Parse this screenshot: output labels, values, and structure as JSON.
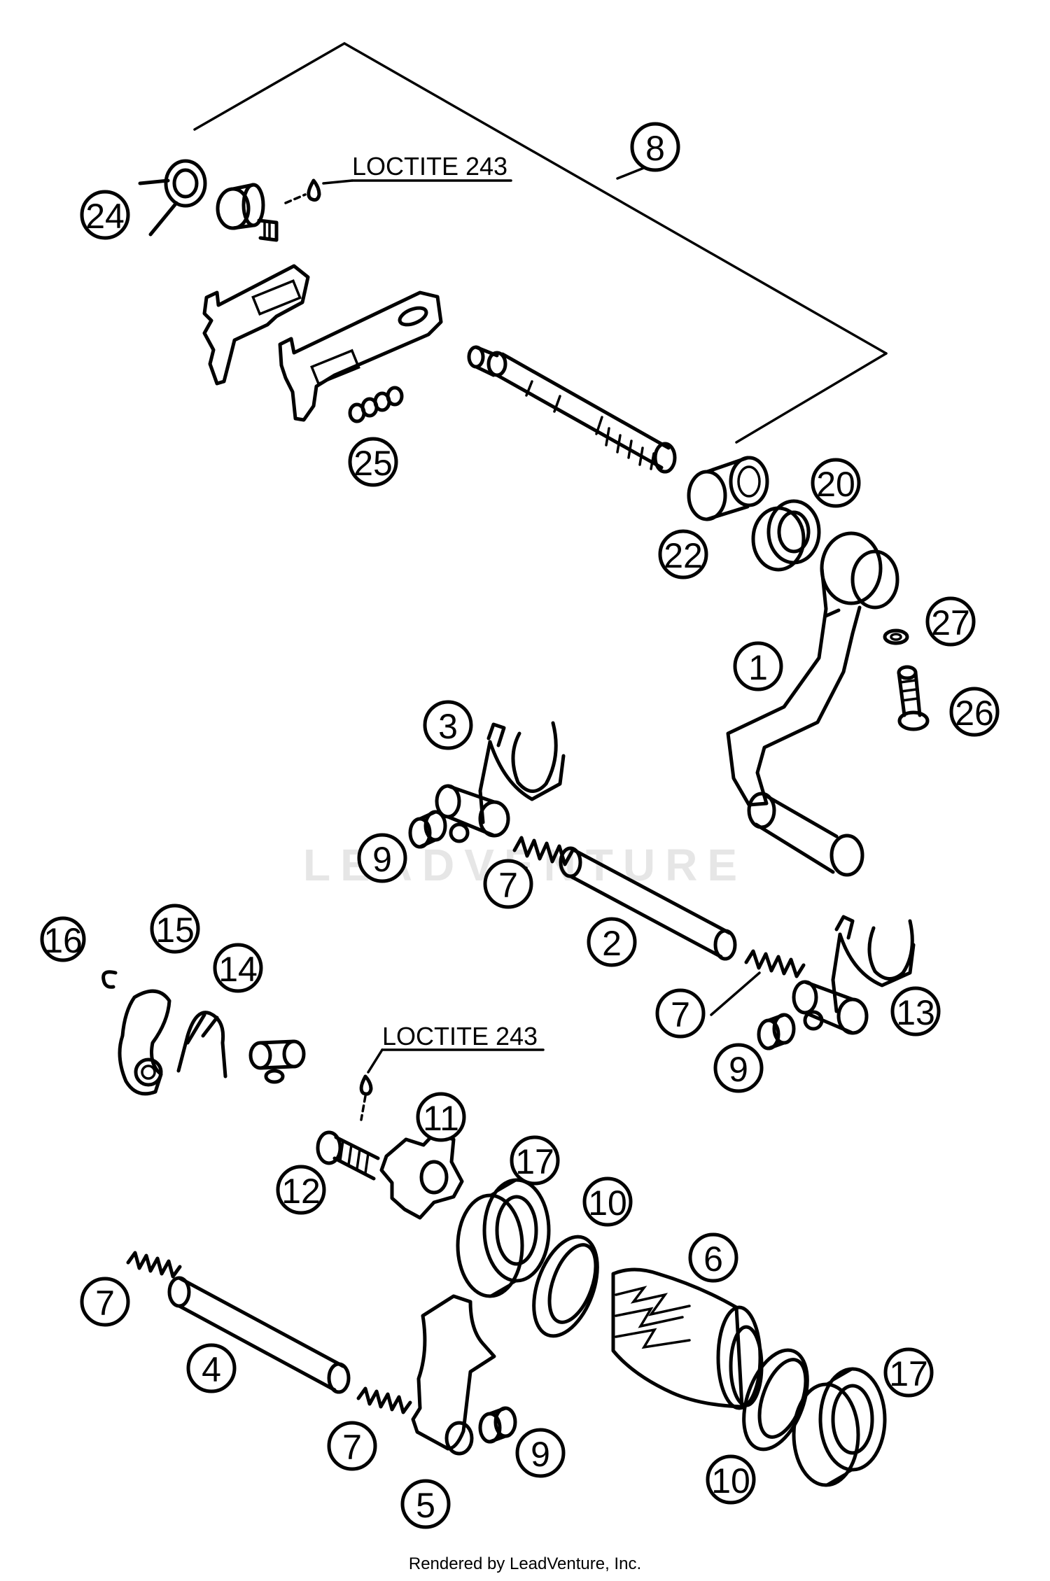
{
  "notes": {
    "loctite_top": "LOCTITE 243",
    "loctite_mid": "LOCTITE 243"
  },
  "watermark": "LEADVENTURE",
  "footer": "Rendered by LeadVenture, Inc.",
  "callouts": {
    "c1": "1",
    "c2": "2",
    "c3": "3",
    "c4": "4",
    "c5": "5",
    "c6": "6",
    "c7a": "7",
    "c7b": "7",
    "c7c": "7",
    "c7d": "7",
    "c8": "8",
    "c9a": "9",
    "c9b": "9",
    "c9c": "9",
    "c10a": "10",
    "c10b": "10",
    "c11": "11",
    "c12": "12",
    "c13": "13",
    "c14": "14",
    "c15": "15",
    "c16": "16",
    "c17a": "17",
    "c17b": "17",
    "c20": "20",
    "c22": "22",
    "c24": "24",
    "c25": "25",
    "c26": "26",
    "c27": "27"
  }
}
